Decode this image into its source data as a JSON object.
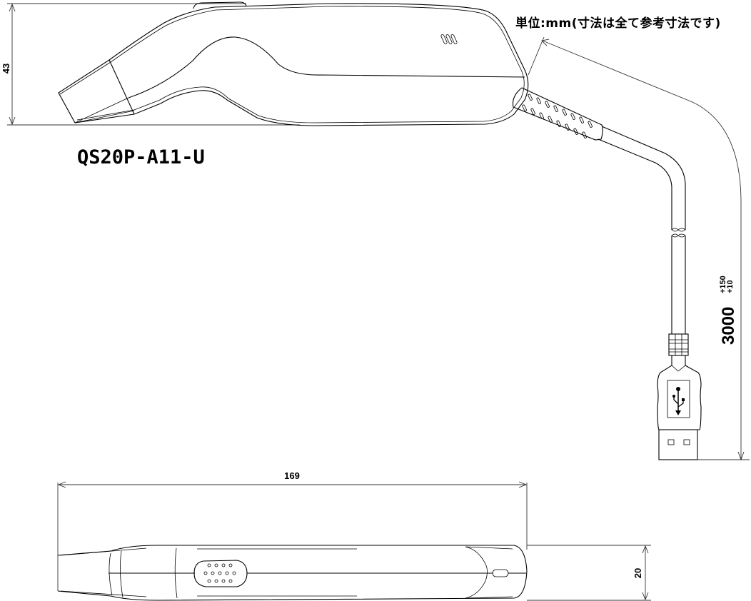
{
  "drawing": {
    "unit_note": "単位:mm(寸法は全て参考寸法です)",
    "model_name": "QS20P-A11-U",
    "dimensions": {
      "height_side_view": "43",
      "length_top_view": "169",
      "width_top_view": "20",
      "cable_length": "3000",
      "cable_tolerance_upper": "+150",
      "cable_tolerance_lower": "+10"
    },
    "views": [
      "side-view",
      "top-view"
    ],
    "connector": "usb-type-a",
    "icons": [
      "usb-icon"
    ],
    "colors": {
      "line": "#000000",
      "background": "#ffffff"
    }
  }
}
